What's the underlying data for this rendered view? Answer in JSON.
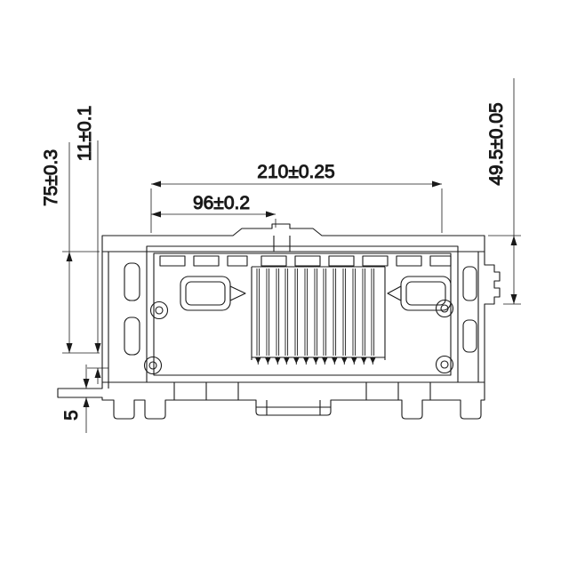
{
  "page": {
    "background": "#ffffff",
    "line_color": "#1a1a1a",
    "description": "technical-dimension-drawing"
  },
  "dimensions": {
    "d210": "210±0.25",
    "d96": "96±0.2",
    "d75": "75±0.3",
    "d11": "11±0.1",
    "d49_5": "49.5±0.05",
    "d5": "5"
  }
}
